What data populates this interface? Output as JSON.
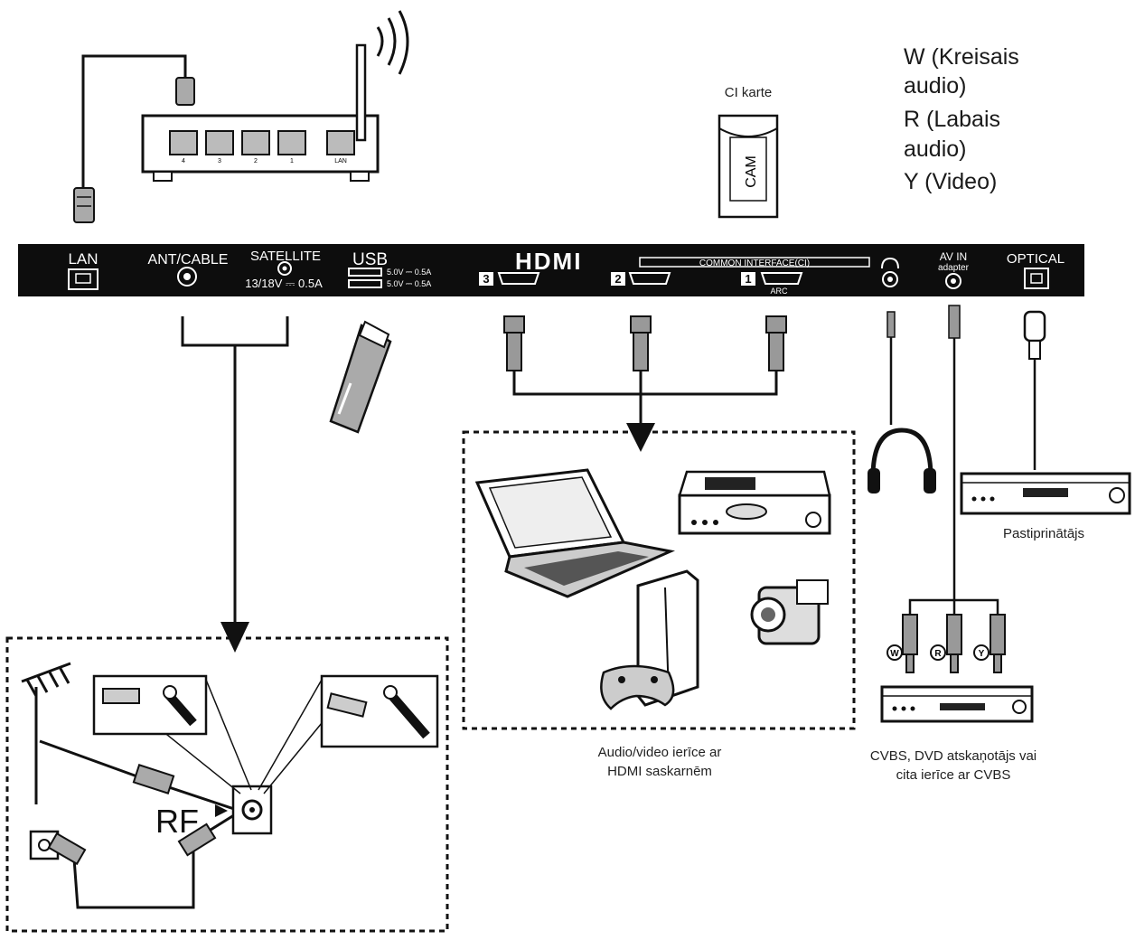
{
  "legend": {
    "lines": [
      "W (Kreisais",
      "audio)",
      "R (Labais",
      "audio)",
      "Y (Video)"
    ]
  },
  "ci_card": {
    "label": "CI karte",
    "card_text": "CAM"
  },
  "panel": {
    "lan": "LAN",
    "ant_cable": "ANT/CABLE",
    "satellite": "SATELLITE",
    "satellite_rating": "13/18V ⎓ 0.5A",
    "usb": "USB",
    "usb_rating_1": "5.0V ⎓ 0.5A",
    "usb_rating_2": "5.0V ⎓ 0.5A",
    "hdmi": "HDMI",
    "hdmi_port_3": "3",
    "hdmi_port_2": "2",
    "hdmi_port_1": "1",
    "arc": "ARC",
    "common_interface": "COMMON INTERFACE(CI)",
    "av_in": "AV IN",
    "adapter": "adapter",
    "optical": "OPTICAL"
  },
  "router": {
    "ports": [
      "4",
      "3",
      "2",
      "1",
      "LAN"
    ]
  },
  "captions": {
    "hdmi_devices_1": "Audio/video ierīce ar",
    "hdmi_devices_2": "HDMI saskarnēm",
    "amplifier": "Pastiprinātājs",
    "cvbs_1": "CVBS, DVD atskaņotājs vai",
    "cvbs_2": "cita ierīce ar CVBS",
    "rf": "RF"
  },
  "rca_plugs": [
    "W",
    "R",
    "Y"
  ],
  "colors": {
    "ink": "#111111",
    "panel": "#0d0d0d",
    "device_gray": "#c8c8c8"
  }
}
